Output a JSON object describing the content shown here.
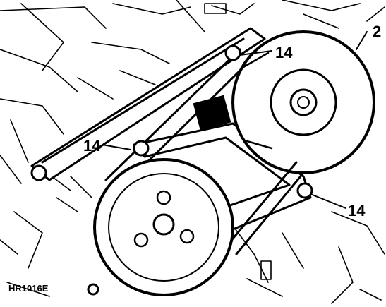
{
  "callouts": {
    "alternator_pulley": "2",
    "fixing_upper": "14",
    "fixing_left": "14",
    "fixing_right": "14"
  },
  "reference": "HR1016E"
}
